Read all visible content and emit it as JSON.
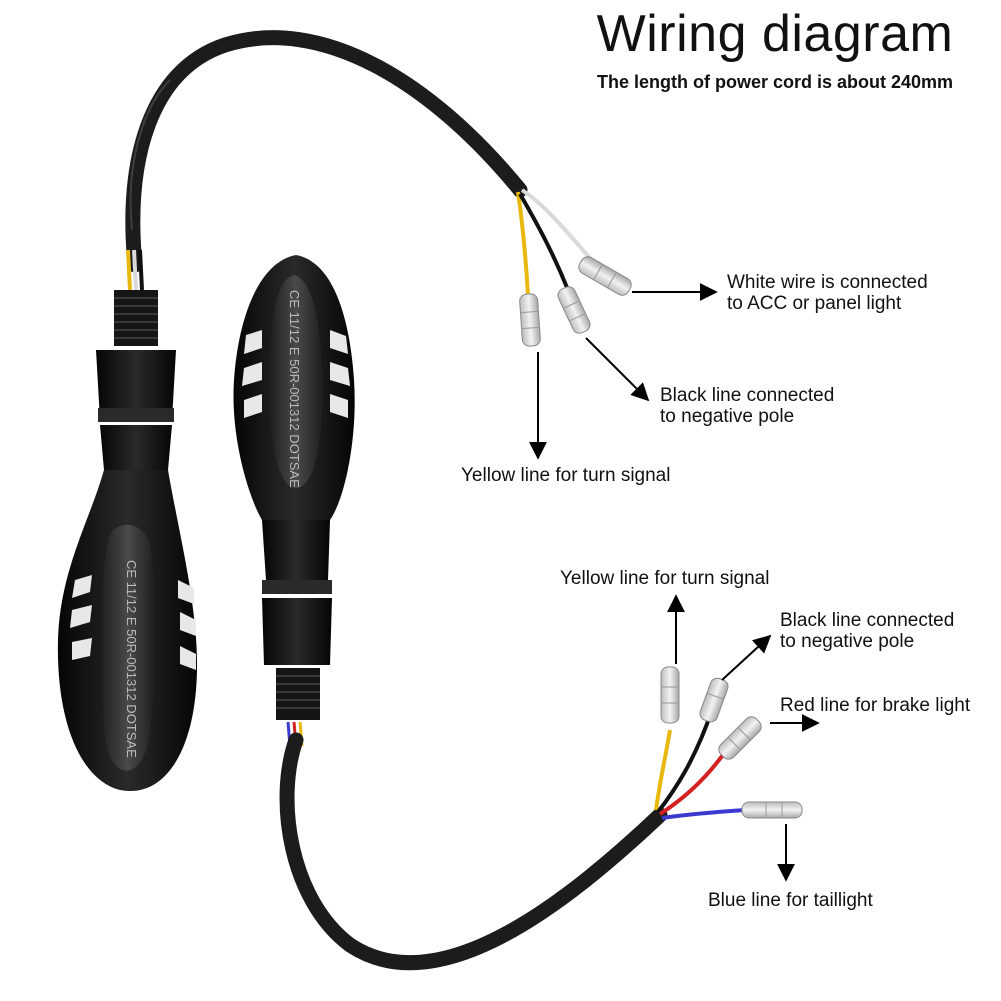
{
  "header": {
    "title": "Wiring diagram",
    "subtitle": "The length of power cord is about 240mm"
  },
  "labels": {
    "top_white": [
      "White wire is connected",
      "to ACC or panel light"
    ],
    "top_black": [
      "Black line connected",
      "to negative pole"
    ],
    "top_yellow": "Yellow line for turn signal",
    "bottom_yellow": "Yellow line for turn signal",
    "bottom_black": [
      "Black line connected",
      "to negative pole"
    ],
    "bottom_red": "Red line for brake light",
    "bottom_blue": "Blue line for taillight"
  },
  "housing_marking": {
    "certification": "11/12",
    "code": "50R-001312 DOTSAE",
    "ce": "CE",
    "e_mark": "E"
  },
  "colors": {
    "cable": "#1c1c1c",
    "yellow_wire": "#e8b80f",
    "black_wire": "#111111",
    "white_wire": "#d9d9d9",
    "red_wire": "#d42020",
    "blue_wire": "#3a3ad0",
    "arrow": "#000000"
  }
}
